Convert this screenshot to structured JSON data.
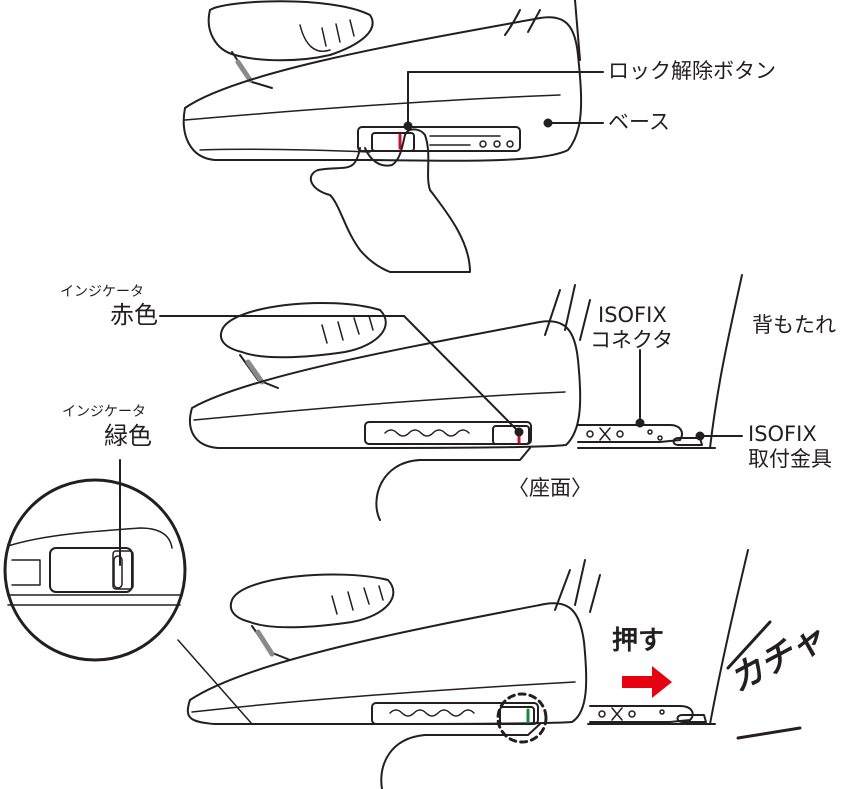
{
  "labels": {
    "lock_release_button": "ロック解除ボタン",
    "base": "ベース",
    "indicator_top": "インジケータ",
    "red": "赤色",
    "isofix_connector_line1": "ISOFIX",
    "isofix_connector_line2": "コネクタ",
    "backrest": "背もたれ",
    "indicator_green_top": "インジケータ",
    "green": "緑色",
    "isofix_anchor_line1": "ISOFIX",
    "isofix_anchor_line2": "取付金具",
    "seat_surface": "〈座面〉",
    "push": "押す",
    "click_sound": "カチャ"
  },
  "colors": {
    "line": "#231f20",
    "indicator_red": "#c8102e",
    "arrow_red": "#e60012",
    "shell_gray": "#8a8a8a"
  }
}
